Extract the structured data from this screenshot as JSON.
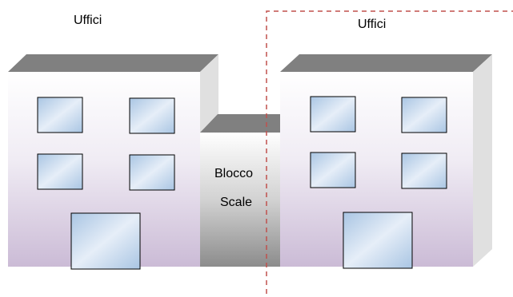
{
  "labels": {
    "left_building": "Uffici",
    "right_building": "Uffici",
    "stair_block_line1": "Blocco",
    "stair_block_line2": "Scale"
  },
  "colors": {
    "roof": "#808080",
    "side_wall": "#e0e0e0",
    "facade_top": "#ffffff",
    "facade_bottom": "#cbbbd6",
    "window_frame": "#000000",
    "window_light": "#dde9f6",
    "window_dark": "#aac6e4",
    "divider_line": "#c0504d"
  }
}
